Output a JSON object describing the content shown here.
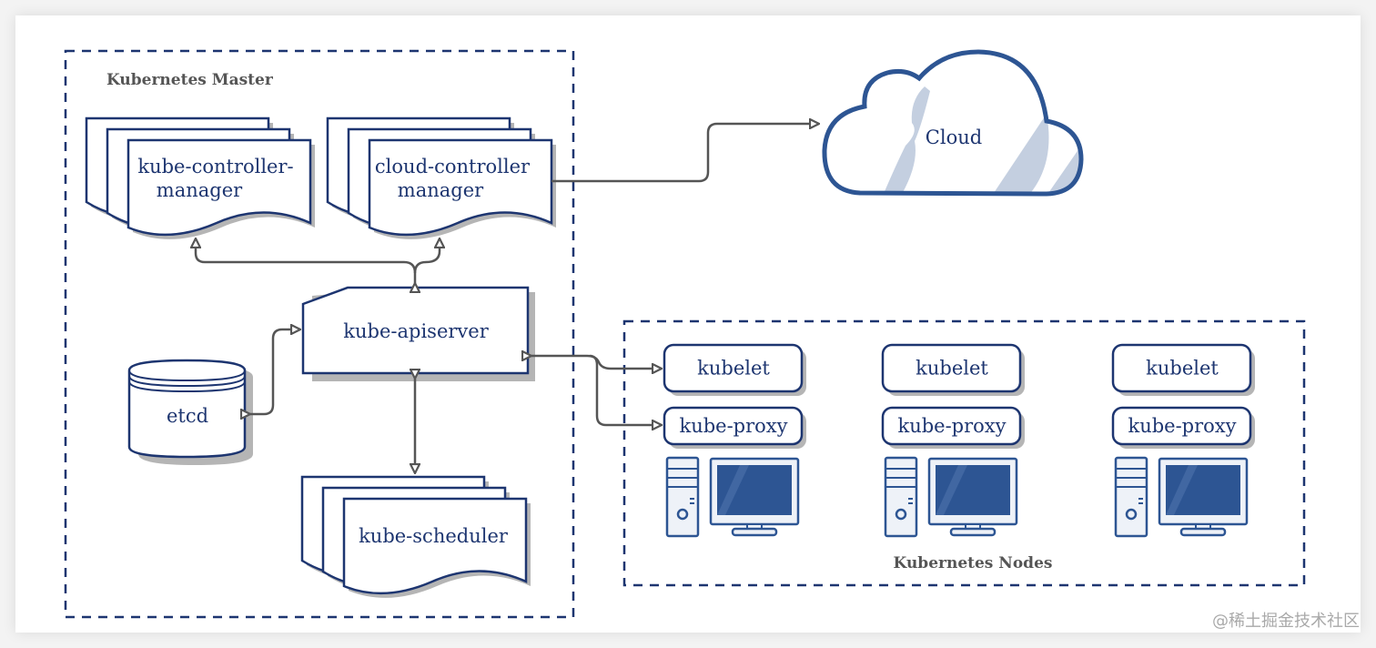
{
  "colors": {
    "stroke": "#1d3570",
    "cloud_stroke": "#2d5593",
    "cloud_stripe": "#c4cfe0",
    "arrow": "#555555",
    "shadow": "#b5b5b5",
    "screen": "#2d5593",
    "title": "#555555"
  },
  "master": {
    "title": "Kubernetes Master",
    "components": {
      "controller_manager": {
        "line1": "kube-controller-",
        "line2": "manager"
      },
      "cloud_controller_manager": {
        "line1": "cloud-controller",
        "line2": "manager"
      },
      "apiserver": "kube-apiserver",
      "etcd": "etcd",
      "scheduler": "kube-scheduler"
    }
  },
  "cloud": {
    "label": "Cloud"
  },
  "nodes": {
    "title": "Kubernetes Nodes",
    "items": [
      {
        "kubelet": "kubelet",
        "proxy": "kube-proxy"
      },
      {
        "kubelet": "kubelet",
        "proxy": "kube-proxy"
      },
      {
        "kubelet": "kubelet",
        "proxy": "kube-proxy"
      }
    ]
  },
  "watermark": "@稀土掘金技术社区"
}
